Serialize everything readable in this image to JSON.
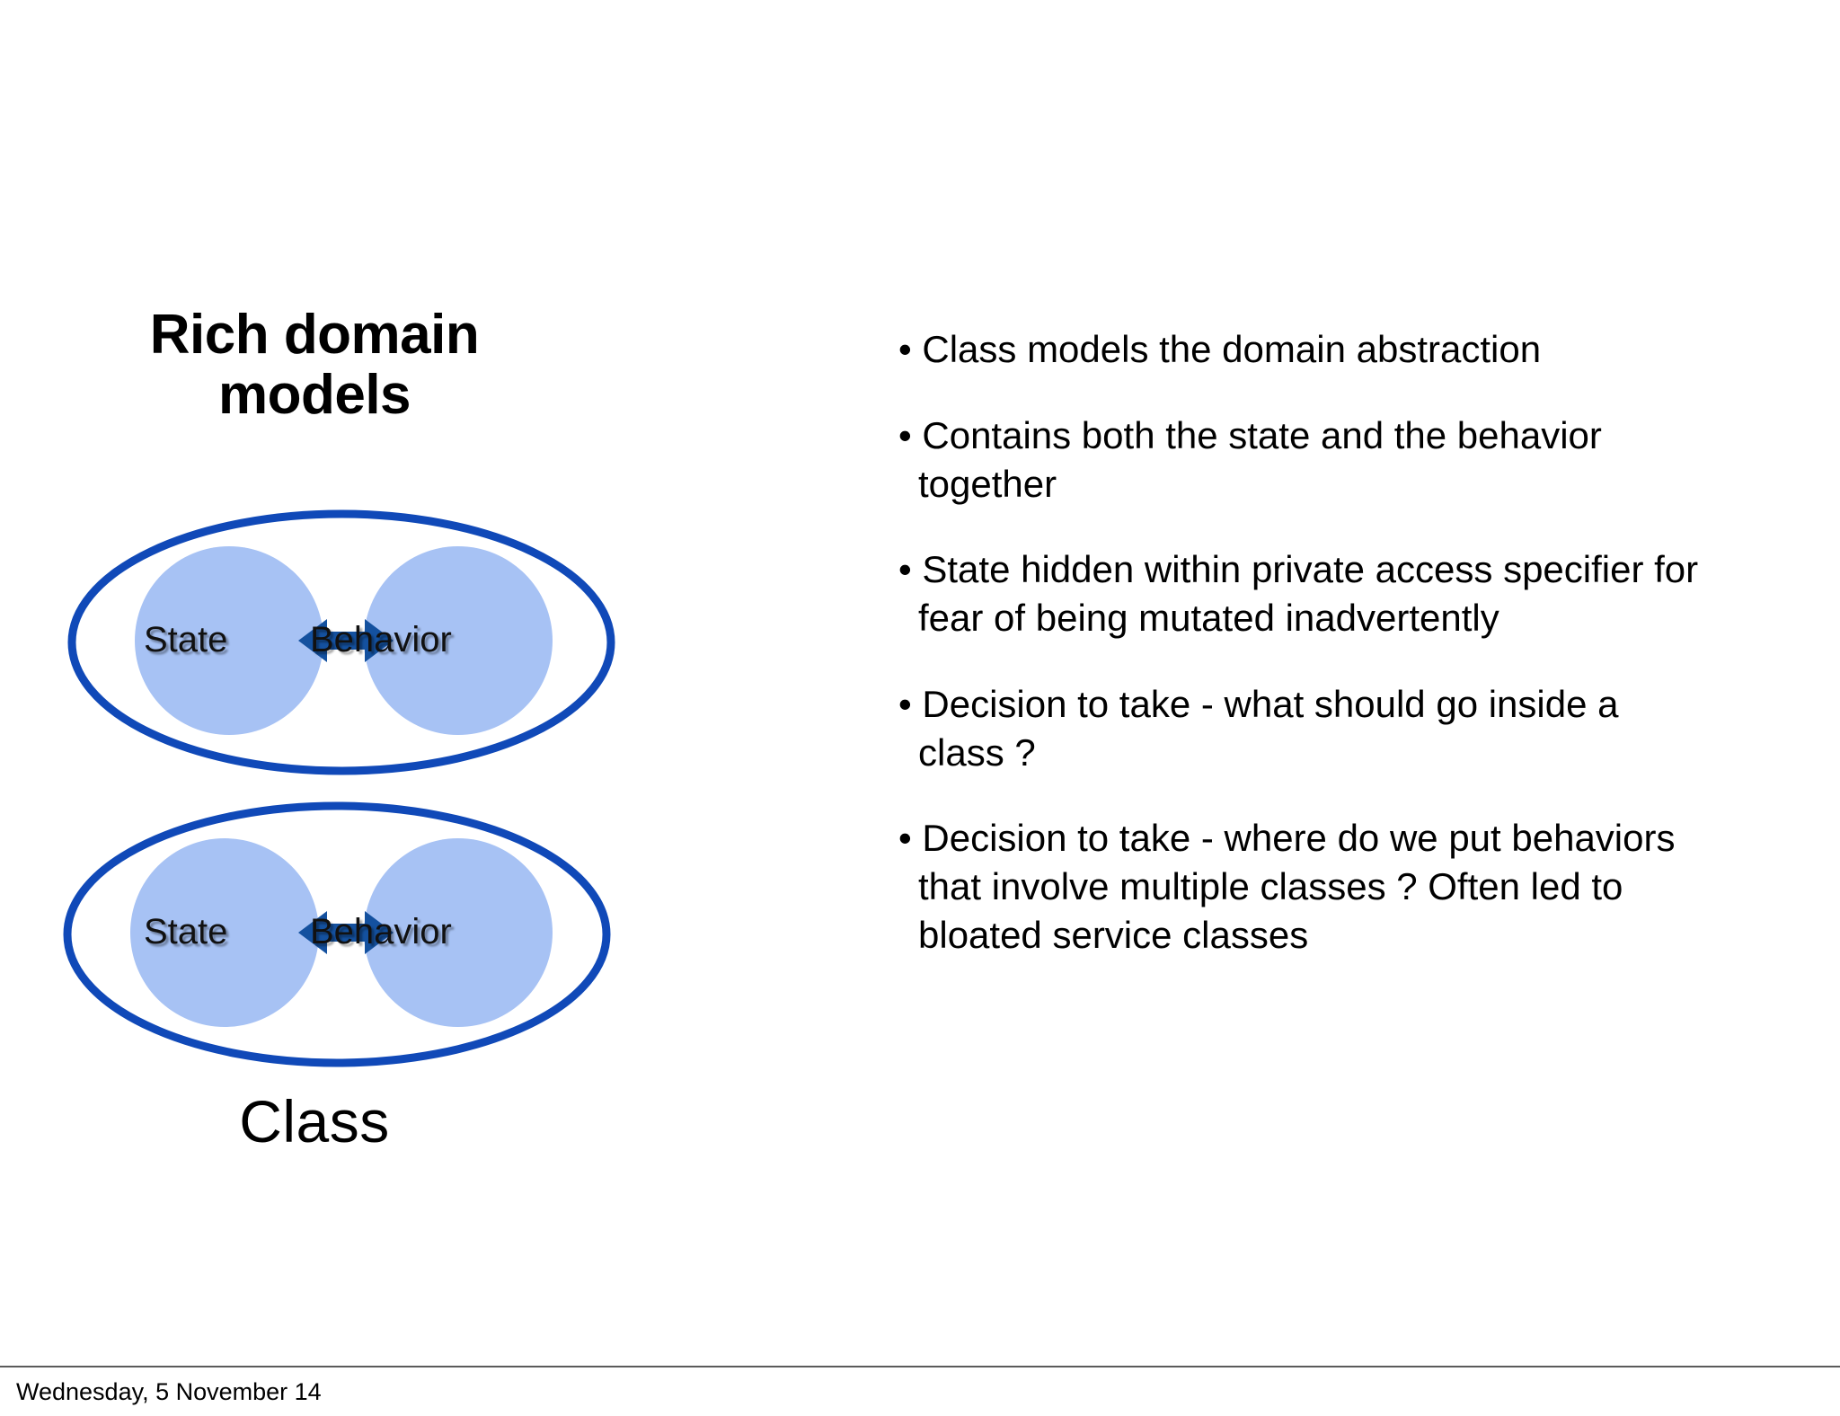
{
  "slide": {
    "title_line1": "Rich domain",
    "title_line2": "models",
    "caption": "Class"
  },
  "diagram": {
    "groups": [
      {
        "state_label": "State",
        "behavior_label": "Behavior",
        "relation_icon": "double-headed-arrow-icon"
      },
      {
        "state_label": "State",
        "behavior_label": "Behavior",
        "relation_icon": "double-headed-arrow-icon"
      }
    ],
    "colors": {
      "ellipse_stroke": "#1049b8",
      "circle_fill": "#a7c2f4",
      "arrow_fill": "#14519f",
      "label_text": "#111111"
    }
  },
  "bullets": [
    "• Class models the domain abstraction",
    "• Contains both the state and the behavior together",
    "• State hidden within private access specifier for fear of being mutated inadvertently",
    "• Decision to take - what should go inside a class ?",
    "• Decision to take - where do we put behaviors that involve multiple classes ? Often led to bloated service classes"
  ],
  "footer": {
    "date": "Wednesday, 5 November 14"
  }
}
